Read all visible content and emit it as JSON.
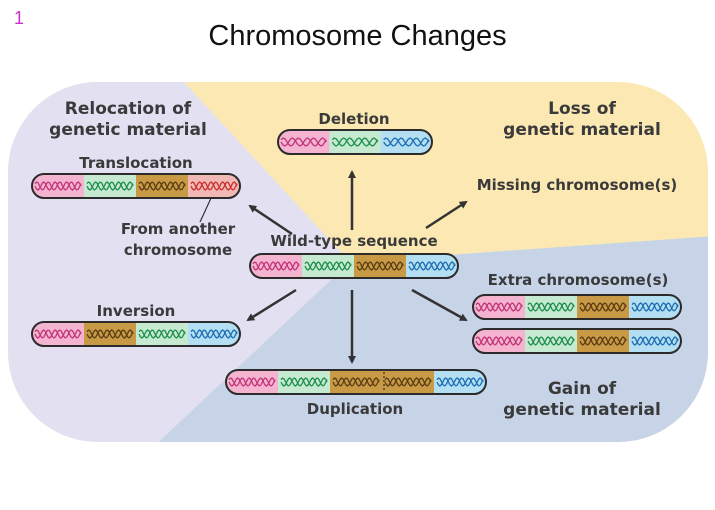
{
  "slide_number": "1",
  "title": "Chromosome Changes",
  "regions": {
    "relocation": "Relocation of genetic material",
    "loss": "Loss of genetic material",
    "gain": "Gain of genetic material"
  },
  "labels": {
    "wild_type": "Wild-type sequence",
    "deletion": "Deletion",
    "translocation": "Translocation",
    "from_another": "From another chromosome",
    "inversion": "Inversion",
    "missing": "Missing chromosome(s)",
    "extra": "Extra chromosome(s)",
    "duplication": "Duplication"
  },
  "colors": {
    "relocation_bg": "#e3e0f2",
    "loss_bg": "#fbe8b3",
    "gain_bg": "#c7d4e8",
    "pink": "#f4b3cf",
    "green": "#c6e9d2",
    "gold": "#c99a45",
    "blue": "#b4def1",
    "red_segment": "#f2b8b5",
    "arrow": "#333333"
  }
}
